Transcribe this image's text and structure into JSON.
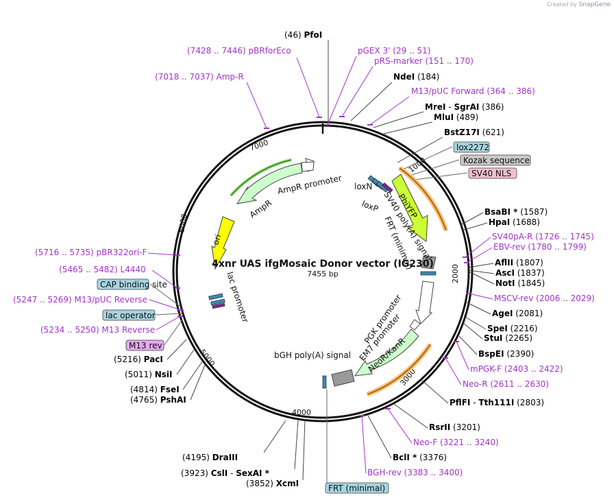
{
  "credit": {
    "prefix": "Created by",
    "brand": "SnapGene"
  },
  "title": "4xnr UAS ifgMosaic Donor vector (IG230)",
  "length_label": "7455 bp",
  "total_bp": 7455,
  "colors": {
    "primer": "#a033c8",
    "enzyme": "#000000",
    "pos": "#000000",
    "feature_teal_fill": "#a6d4e0",
    "feature_grey_fill": "#c9c9c9",
    "feature_pink_fill": "#f3bdd0",
    "feature_purple_fill": "#e3a8f0",
    "amp_green": "#ccffcc",
    "ori_yellow": "#ffff00",
    "phiyfp_green": "#ccff33",
    "neor_green": "#ccffcc",
    "orange_arc": "#e8a040"
  },
  "enzymes": [
    {
      "name": "PfoI",
      "pos": "(46)"
    },
    {
      "name": "NdeI",
      "pos": "(184)"
    },
    {
      "name": "MreI",
      "sep": "-",
      "name2": "SgrAI",
      "pos": "(386)"
    },
    {
      "name": "MluI",
      "pos": "(489)"
    },
    {
      "name": "BstZ17I",
      "pos": "(621)"
    },
    {
      "name": "BsaBI *",
      "pos": "(1587)"
    },
    {
      "name": "HpaI",
      "pos": "(1688)"
    },
    {
      "name": "AflII",
      "pos": "(1807)"
    },
    {
      "name": "AscI",
      "pos": "(1837)"
    },
    {
      "name": "NotI",
      "pos": "(1845)"
    },
    {
      "name": "AgeI",
      "pos": "(2081)"
    },
    {
      "name": "SpeI",
      "pos": "(2216)"
    },
    {
      "name": "StuI",
      "pos": "(2265)"
    },
    {
      "name": "BspEI",
      "pos": "(2390)"
    },
    {
      "name": "PflFI",
      "sep": "-",
      "name2": "Tth111I",
      "pos": "(2803)"
    },
    {
      "name": "RsrII",
      "pos": "(3201)"
    },
    {
      "name": "BclI *",
      "pos": "(3376)"
    },
    {
      "name": "XcmI",
      "pos": "(3852)"
    },
    {
      "name": "CslI",
      "sep": "-",
      "name2": "SexAI *",
      "pos": "(3923)"
    },
    {
      "name": "DraIII",
      "pos": "(4195)"
    },
    {
      "name": "PshAI",
      "pos": "(4765)"
    },
    {
      "name": "FseI",
      "pos": "(4814)"
    },
    {
      "name": "NsiI",
      "pos": "(5011)"
    },
    {
      "name": "PacI",
      "pos": "(5216)"
    }
  ],
  "primers": [
    {
      "name": "pBRforEco",
      "range": "(7428 .. 7446)"
    },
    {
      "name": "pGEX 3'",
      "range": "(29 .. 51)"
    },
    {
      "name": "pRS-marker",
      "range": "(151 .. 170)"
    },
    {
      "name": "Amp-R",
      "range": "(7018 .. 7037)"
    },
    {
      "name": "M13/pUC Forward",
      "range": "(364 .. 386)"
    },
    {
      "name": "SV40pA-R",
      "range": "(1726 .. 1745)"
    },
    {
      "name": "EBV-rev",
      "range": "(1780 .. 1799)"
    },
    {
      "name": "MSCV-rev",
      "range": "(2006 .. 2029)"
    },
    {
      "name": "mPGK-F",
      "range": "(2403 .. 2422)"
    },
    {
      "name": "Neo-R",
      "range": "(2611 .. 2630)"
    },
    {
      "name": "Neo-F",
      "range": "(3221 .. 3240)"
    },
    {
      "name": "BGH-rev",
      "range": "(3383 .. 3400)"
    },
    {
      "name": "pBR322ori-F",
      "range": "(5716 .. 5735)"
    },
    {
      "name": "L4440",
      "range": "(5465 .. 5482)"
    },
    {
      "name": "M13/pUC Reverse",
      "range": "(5247 .. 5269)"
    },
    {
      "name": "M13 Reverse",
      "range": "(5234 .. 5250)"
    }
  ],
  "boxed_features": [
    {
      "name": "lox2272"
    },
    {
      "name": "Kozak sequence"
    },
    {
      "name": "SV40 NLS"
    },
    {
      "name": "CAP binding site"
    },
    {
      "name": "lac operator"
    },
    {
      "name": "M13 rev"
    },
    {
      "name": "FRT (minimal)"
    }
  ],
  "inner_features": [
    {
      "name": "AmpR promoter"
    },
    {
      "name": "AmpR"
    },
    {
      "name": "ori"
    },
    {
      "name": "loxN"
    },
    {
      "name": "loxP"
    },
    {
      "name": "PhiYFP"
    },
    {
      "name": "SV40 poly(A) signal"
    },
    {
      "name": "FRT (minimal)"
    },
    {
      "name": "lac promoter"
    },
    {
      "name": "PGK promoter"
    },
    {
      "name": "EM7 promoter"
    },
    {
      "name": "NeoR/KanR"
    },
    {
      "name": "bGH poly(A) signal"
    }
  ],
  "ticks": [
    "1000",
    "2000",
    "3000",
    "4000",
    "5000",
    "6000",
    "7000"
  ]
}
